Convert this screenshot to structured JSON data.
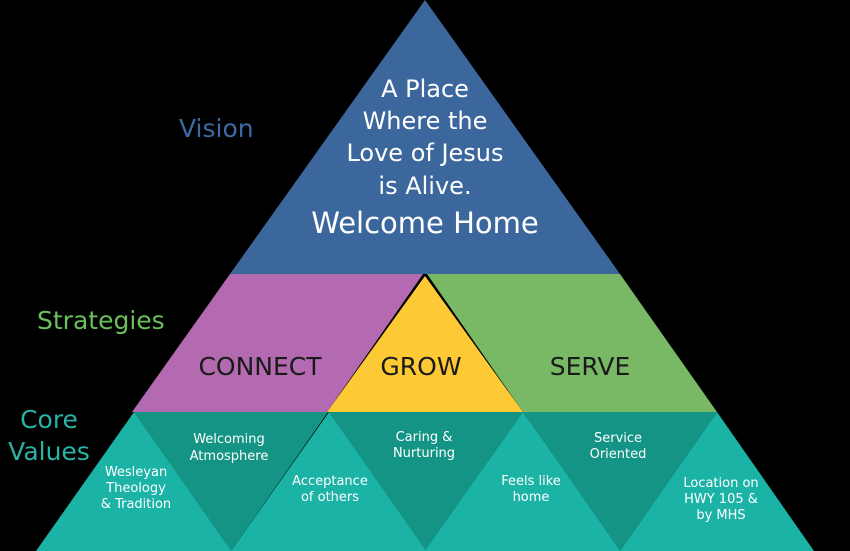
{
  "labels": {
    "vision": "Vision",
    "strategies": "Strategies",
    "core_values_line1": "Core",
    "core_values_line2": "Values"
  },
  "vision": {
    "line1": "A Place",
    "line2": "Where the",
    "line3": "Love of Jesus",
    "line4": "is Alive.",
    "line5": "Welcome Home"
  },
  "strategies": {
    "connect": "CONNECT",
    "grow": "GROW",
    "serve": "SERVE"
  },
  "core_values": {
    "v1": [
      "Wesleyan",
      "Theology",
      "& Tradition"
    ],
    "v2": [
      "Welcoming",
      "Atmosphere"
    ],
    "v3": [
      "Acceptance",
      "of others"
    ],
    "v4": [
      "Caring &",
      "Nurturing"
    ],
    "v5": [
      "Feels like",
      "home"
    ],
    "v6": [
      "Service",
      "Oriented"
    ],
    "v7": [
      "Location on",
      "HWY 105 &",
      "by MHS"
    ]
  },
  "colors": {
    "vision": "#3b679d",
    "connect": "#b36ab0",
    "grow": "#fdca35",
    "serve": "#79b865",
    "core_light": "#1bb3a6",
    "core_dark": "#149484",
    "label_vision": "#3c6aa3",
    "label_strategies": "#6cbf5c",
    "label_core": "#29b3a7"
  }
}
